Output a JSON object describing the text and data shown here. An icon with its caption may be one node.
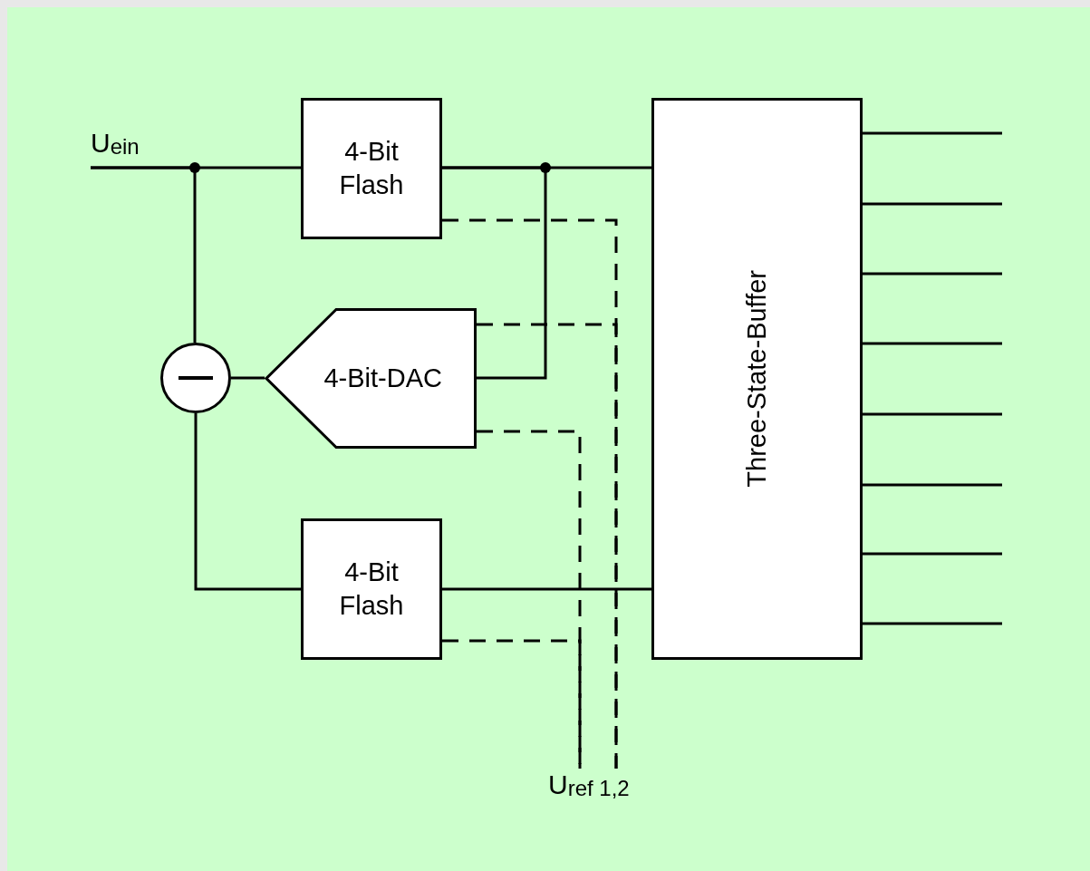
{
  "diagram": {
    "nodes": [
      {
        "text": [
          "U$_{ein}$"
        ]
      },
      {
        "text": [
          "4-Bit Flash"
        ]
      },
      {
        "text": [
          "4-Bit-DAC"
        ]
      },
      {
        "text": [],
        "shape": "circle"
      },
      {
        "text": [
          "4-Bit Flash"
        ]
      },
      {
        "text": [
          "Three-State-Buffer"
        ]
      },
      {
        "text": [
          "U$_{ref 1,2}$"
        ]
      }
    ],
    "edges": [
      {
        "from": 0,
        "to": 1,
        "arrow": "none"
      },
      {
        "from": 0,
        "to": 3,
        "arrow": "none"
      },
      {
        "from": 1,
        "to": 5,
        "arrow": "none"
      },
      {
        "from": 1,
        "to": 2,
        "arrow": "none"
      },
      {
        "from": 2,
        "to": 3,
        "arrow": "none"
      },
      {
        "from": 3,
        "to": 4,
        "arrow": "none"
      },
      {
        "from": 4,
        "to": 5,
        "arrow": "none"
      },
      {
        "from": 1,
        "to": 6,
        "arrow": "none",
        "style": "dashed"
      },
      {
        "from": 2,
        "to": 6,
        "arrow": "none",
        "style": "dashed"
      },
      {
        "from": 2,
        "to": 6,
        "arrow": "none",
        "style": "dashed"
      },
      {
        "from": 4,
        "to": 6,
        "arrow": "none",
        "style": "dashed"
      },
      {
        "from": 5,
        "to": null,
        "arrow": "none"
      },
      {
        "from": 5,
        "to": null,
        "arrow": "none"
      },
      {
        "from": 5,
        "to": null,
        "arrow": "none"
      },
      {
        "from": 5,
        "to": null,
        "arrow": "none"
      },
      {
        "from": 5,
        "to": null,
        "arrow": "none"
      },
      {
        "from": 5,
        "to": null,
        "arrow": "none"
      },
      {
        "from": 5,
        "to": null,
        "arrow": "none"
      },
      {
        "from": 5,
        "to": null,
        "arrow": "none"
      }
    ]
  }
}
